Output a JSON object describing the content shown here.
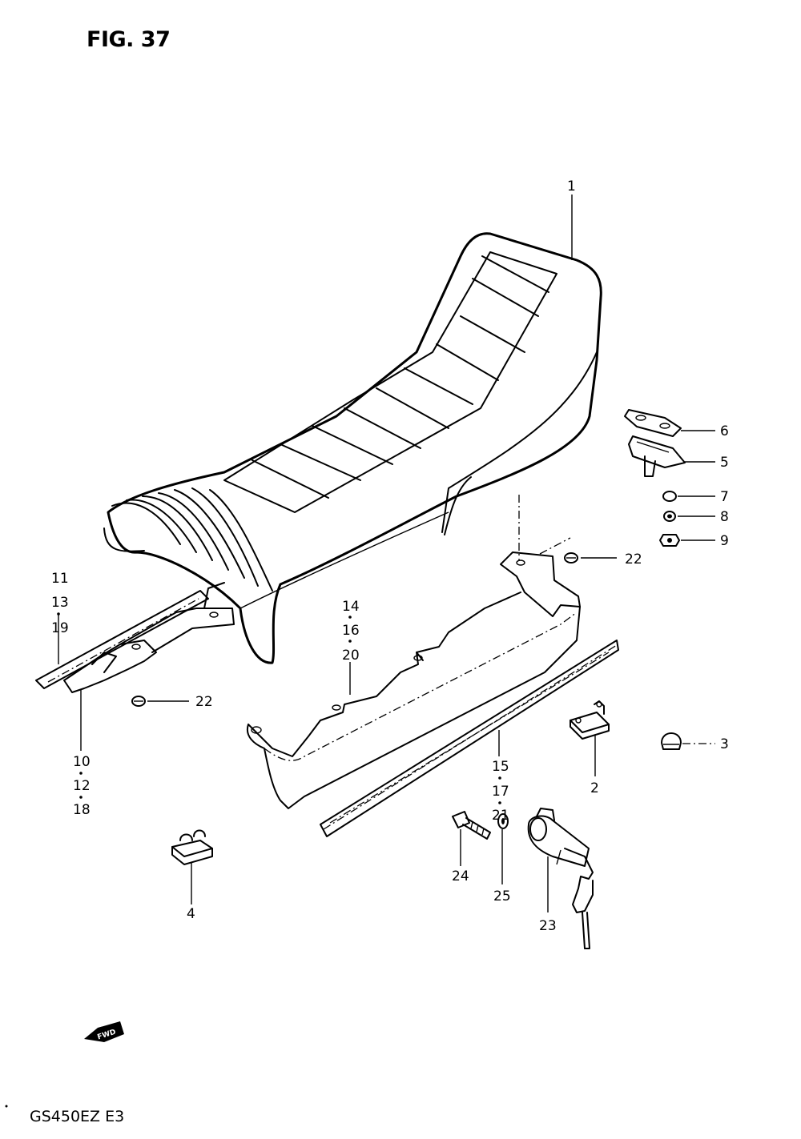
{
  "figure": {
    "title": "FIG. 37",
    "model_code": "GS450EZ  E3",
    "fwd_label": "FWD"
  },
  "callouts": [
    {
      "id": "c1",
      "text": "1"
    },
    {
      "id": "c6",
      "text": "6"
    },
    {
      "id": "c5",
      "text": "5"
    },
    {
      "id": "c7",
      "text": "7"
    },
    {
      "id": "c8",
      "text": "8"
    },
    {
      "id": "c9",
      "text": "9"
    },
    {
      "id": "c22a",
      "text": "22"
    },
    {
      "id": "c22b",
      "text": "22"
    },
    {
      "id": "c3",
      "text": "3"
    },
    {
      "id": "c2",
      "text": "2"
    },
    {
      "id": "c4",
      "text": "4"
    },
    {
      "id": "c24",
      "text": "24"
    },
    {
      "id": "c25",
      "text": "25"
    },
    {
      "id": "c23",
      "text": "23"
    },
    {
      "id": "c11",
      "text": "11"
    },
    {
      "id": "c13",
      "text": "13"
    },
    {
      "id": "c19",
      "text": "19"
    },
    {
      "id": "c14",
      "text": "14"
    },
    {
      "id": "c16",
      "text": "16"
    },
    {
      "id": "c20",
      "text": "20"
    },
    {
      "id": "c10",
      "text": "10"
    },
    {
      "id": "c12",
      "text": "12"
    },
    {
      "id": "c18",
      "text": "18"
    },
    {
      "id": "c15",
      "text": "15"
    },
    {
      "id": "c17",
      "text": "17"
    },
    {
      "id": "c21",
      "text": "21"
    }
  ]
}
